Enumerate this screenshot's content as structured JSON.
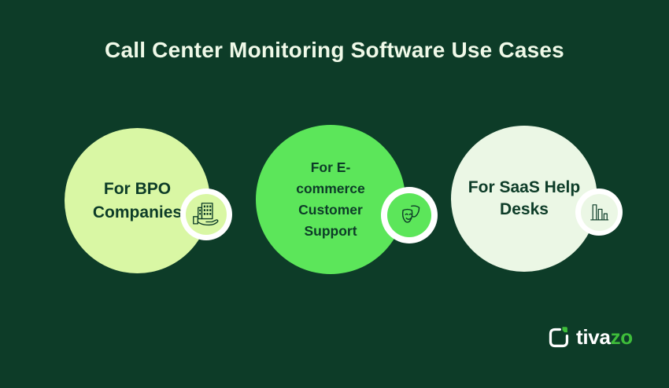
{
  "title": "Call Center Monitoring Software Use Cases",
  "colors": {
    "background": "#0d3c28",
    "title_text": "#eff9e8",
    "dark_text": "#0d3c28",
    "badge_ring": "#ffffff",
    "circle1_fill": "#d9f7a4",
    "circle2_fill": "#5ce65a",
    "circle3_fill": "#ebf7e5",
    "logo_green": "#3ebd3a",
    "logo_white": "#ffffff"
  },
  "use_cases": [
    {
      "label": "For BPO Companies",
      "icon": "building-in-hand-icon",
      "fill": "#d9f7a4"
    },
    {
      "label": "For E-commerce Customer Support",
      "icon": "theater-masks-icon",
      "fill": "#5ce65a"
    },
    {
      "label": "For SaaS Help Desks",
      "icon": "bar-chart-icon",
      "fill": "#ebf7e5"
    }
  ],
  "logo": {
    "brand_prefix": "tiva",
    "brand_suffix": "zo"
  }
}
